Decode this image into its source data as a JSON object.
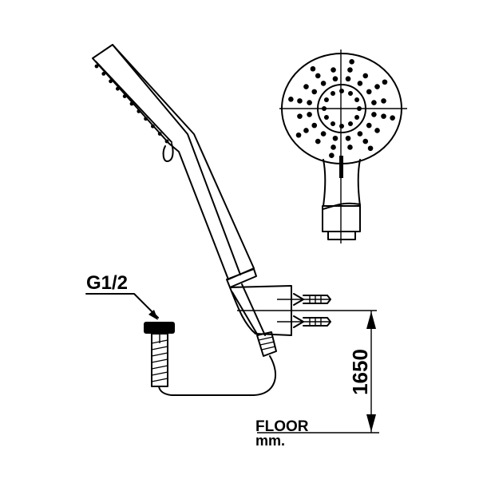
{
  "labels": {
    "thread_size": "G1/2",
    "height_dimension": "1650",
    "floor": "FLOOR",
    "unit": "mm."
  },
  "colors": {
    "line": "#000000",
    "background": "#ffffff"
  }
}
